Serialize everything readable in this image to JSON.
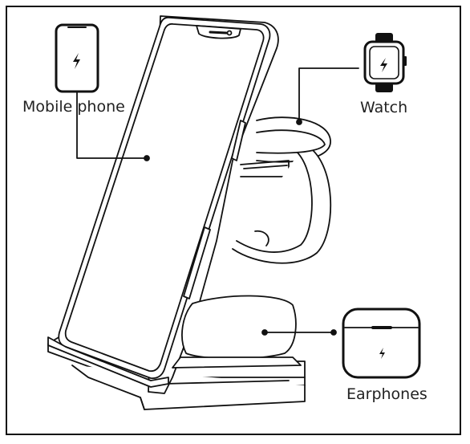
{
  "labels": {
    "mobile": "Mobile phone",
    "watch": "Watch",
    "earphones": "Earphones"
  },
  "icons": {
    "phone": "phone-charging-icon",
    "watch": "watch-charging-icon",
    "earphones": "earphone-case-charging-icon",
    "bolt": "lightning-bolt-icon"
  },
  "colors": {
    "line": "#111111",
    "background": "#ffffff"
  }
}
